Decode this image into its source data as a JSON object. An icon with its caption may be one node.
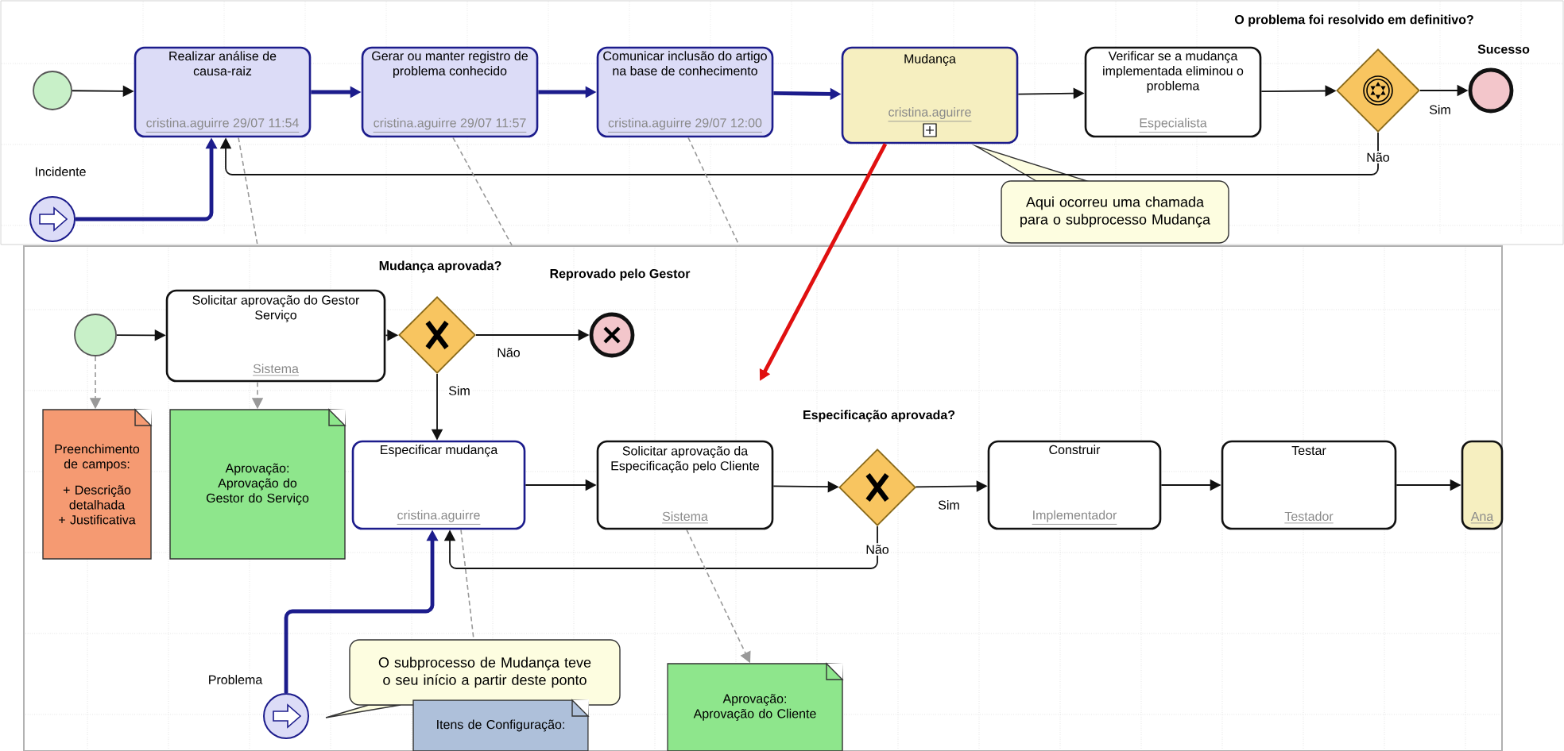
{
  "diagram": {
    "nodes": [
      {
        "text": [],
        "shape": "circle"
      },
      {
        "text": [
          "Realizar análise de causa-raiz",
          "cristina.aguirre 29/07 11:54"
        ]
      },
      {
        "text": [
          "Gerar ou manter registro de problema conhecido",
          "cristina.aguirre 29/07 11:57"
        ]
      },
      {
        "text": [
          "Comunicar inclusão do artigo na base de conhecimento",
          "cristina.aguirre 29/07 12:00"
        ]
      },
      {
        "text": [
          "Mudança",
          "cristina.aguirre"
        ]
      },
      {
        "text": [
          "Verificar se a mudança implementada eliminou o problema",
          "Especialista"
        ]
      },
      {
        "text": [
          "O problema foi resolvido em definitivo?"
        ]
      },
      {
        "text": [
          "Sucesso"
        ]
      },
      {
        "text": [
          "Incidente"
        ]
      },
      {
        "text": [
          "Aqui ocorreu uma chamada para o subprocesso Mudança"
        ]
      },
      {
        "text": [],
        "shape": "box"
      },
      {
        "text": [],
        "shape": "circle",
        "in": 10
      },
      {
        "text": [
          "Solicitar aprovação do Gestor Serviço",
          "Sistema"
        ],
        "in": 10
      },
      {
        "text": [
          "Mudança aprovada?"
        ],
        "in": 10
      },
      {
        "text": [
          "Reprovado pelo Gestor"
        ],
        "in": 10
      },
      {
        "text": [
          "Preenchimento de campos:",
          "+ Descrição detalhada",
          "+ Justificativa"
        ],
        "in": 10
      },
      {
        "text": [
          "Aprovação:",
          "Aprovação do Gestor do Serviço"
        ],
        "in": 10
      },
      {
        "text": [
          "Especificar mudança",
          "cristina.aguirre"
        ],
        "in": 10
      },
      {
        "text": [
          "Solicitar aprovação da Especificação pelo Cliente",
          "Sistema"
        ],
        "in": 10
      },
      {
        "text": [
          "Especificação aprovada?"
        ],
        "in": 10
      },
      {
        "text": [
          "Construir",
          "Implementador"
        ],
        "in": 10
      },
      {
        "text": [
          "Testar",
          "Testador"
        ],
        "in": 10
      },
      {
        "text": [
          "Ana"
        ],
        "in": 10
      },
      {
        "text": [
          "Problema"
        ],
        "in": 10
      },
      {
        "text": [
          "O subprocesso de Mudança teve o seu início a partir deste ponto"
        ],
        "in": 10
      },
      {
        "text": [
          "Itens de Configuração:"
        ],
        "in": 10
      },
      {
        "text": [
          "Aprovação:",
          "Aprovação do Cliente"
        ],
        "in": 10
      }
    ],
    "edges": [
      {
        "from": 0,
        "to": 1,
        "arrow": "to"
      },
      {
        "from": 1,
        "to": 2,
        "arrow": "to",
        "style": "thick",
        "color": "#1c1c8c"
      },
      {
        "from": 2,
        "to": 3,
        "arrow": "to",
        "style": "thick",
        "color": "#1c1c8c"
      },
      {
        "from": 3,
        "to": 4,
        "arrow": "to",
        "style": "thick",
        "color": "#1c1c8c"
      },
      {
        "from": 4,
        "to": 5,
        "arrow": "to"
      },
      {
        "from": 5,
        "to": 6,
        "arrow": "to"
      },
      {
        "from": 6,
        "to": 7,
        "arrow": "to",
        "label": "Sim"
      },
      {
        "from": 6,
        "to": 1,
        "arrow": "to",
        "label": "Não"
      },
      {
        "from": 8,
        "to": 1,
        "arrow": "to",
        "style": "thick",
        "color": "#1c1c8c"
      },
      {
        "from": 1,
        "to": 10,
        "arrow": "none",
        "style": "dashed",
        "color": "#999999"
      },
      {
        "from": 2,
        "to": 10,
        "arrow": "none",
        "style": "dashed",
        "color": "#999999"
      },
      {
        "from": 3,
        "to": 10,
        "arrow": "none",
        "style": "dashed",
        "color": "#999999"
      },
      {
        "from": 4,
        "to": null,
        "arrow": "to",
        "style": "thick",
        "color": "#e01010"
      },
      {
        "from": 11,
        "to": 12,
        "arrow": "to"
      },
      {
        "from": 12,
        "to": 13,
        "arrow": "to"
      },
      {
        "from": 13,
        "to": 14,
        "arrow": "to",
        "label": "Não"
      },
      {
        "from": 13,
        "to": 17,
        "arrow": "to",
        "label": "Sim"
      },
      {
        "from": 17,
        "to": 18,
        "arrow": "to"
      },
      {
        "from": 18,
        "to": 19,
        "arrow": "to"
      },
      {
        "from": 19,
        "to": 20,
        "arrow": "to",
        "label": "Sim"
      },
      {
        "from": 20,
        "to": 21,
        "arrow": "to"
      },
      {
        "from": 21,
        "to": 22,
        "arrow": "to"
      },
      {
        "from": 19,
        "to": 17,
        "arrow": "to",
        "label": "Não"
      },
      {
        "from": 23,
        "to": 17,
        "arrow": "to",
        "style": "thick",
        "color": "#1c1c8c"
      },
      {
        "from": 11,
        "to": 15,
        "arrow": "to",
        "style": "dashed",
        "color": "#999999"
      },
      {
        "from": 12,
        "to": 16,
        "arrow": "to",
        "style": "dashed",
        "color": "#999999"
      },
      {
        "from": 18,
        "to": 26,
        "arrow": "to",
        "style": "dashed",
        "color": "#999999"
      },
      {
        "from": 17,
        "to": 24,
        "arrow": "none",
        "style": "dashed",
        "color": "#999999"
      }
    ]
  }
}
